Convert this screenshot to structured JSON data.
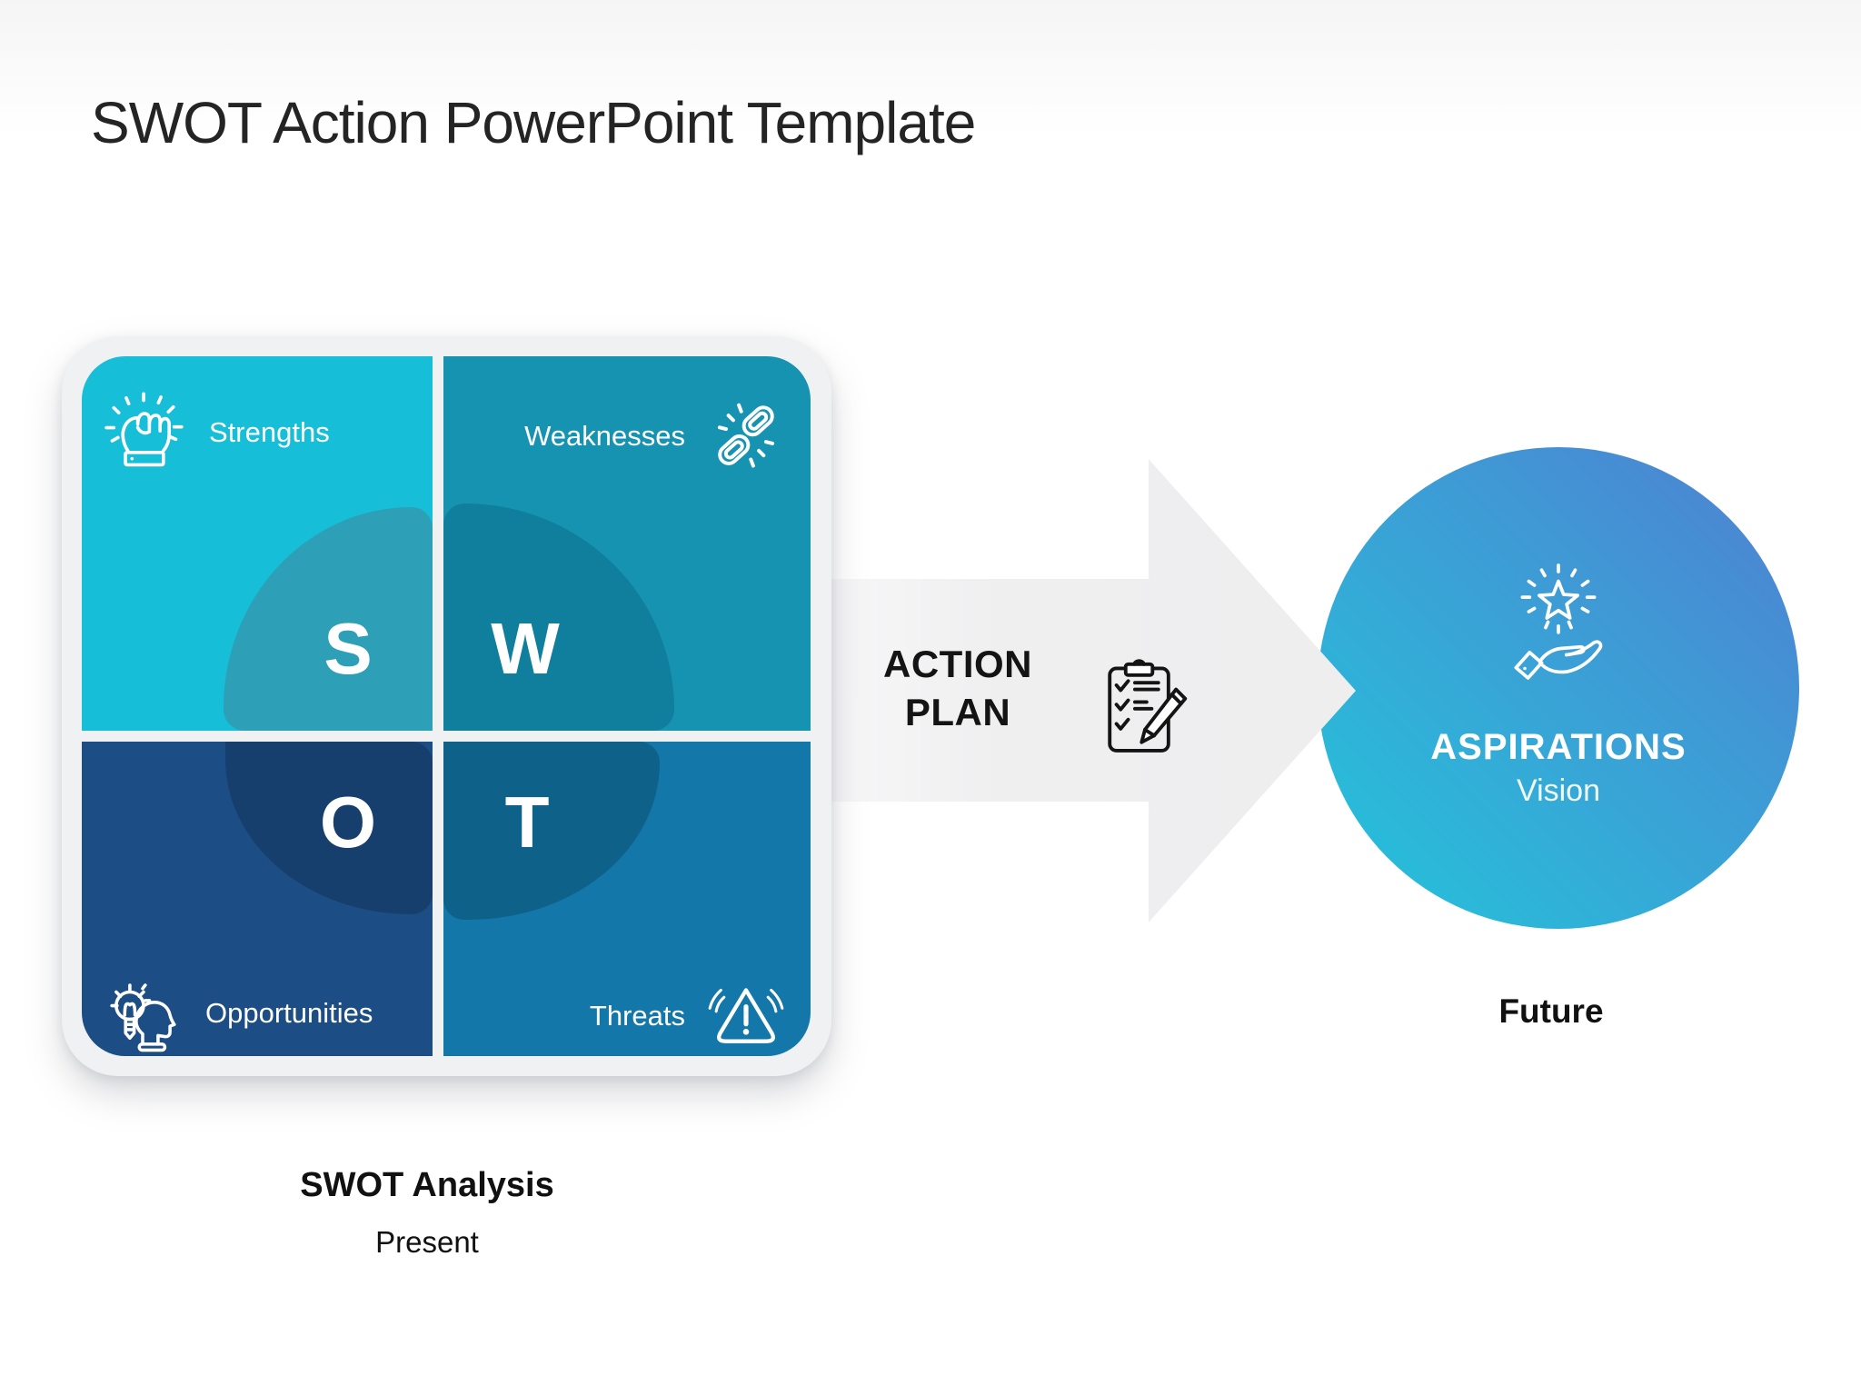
{
  "page": {
    "title": "SWOT Action PowerPoint Template"
  },
  "swot": {
    "caption": {
      "title": "SWOT Analysis",
      "subtitle": "Present"
    },
    "quadrants": [
      {
        "letter": "S",
        "label": "Strengths",
        "icon": "raised-fist-rays-icon",
        "bg": "#17bed8",
        "overlay": "#2d9fb7"
      },
      {
        "letter": "W",
        "label": "Weaknesses",
        "icon": "broken-chain-icon",
        "bg": "#1793b2",
        "overlay": "#107e9d"
      },
      {
        "letter": "O",
        "label": "Opportunities",
        "icon": "head-lightbulb-icon",
        "bg": "#1c4d85",
        "overlay": "#163f6e"
      },
      {
        "letter": "T",
        "label": "Threats",
        "icon": "warning-triangle-icon",
        "bg": "#1477a9",
        "overlay": "#0e6289"
      }
    ]
  },
  "arrow": {
    "line1": "ACTION",
    "line2": "PLAN",
    "icon": "clipboard-pencil-icon",
    "fill": "#efeff0"
  },
  "aspirations": {
    "title": "ASPIRATIONS",
    "subtitle": "Vision",
    "caption": "Future",
    "icon": "hand-presenting-star-icon",
    "gradient_start": "#25c2da",
    "gradient_end": "#4e82d2"
  }
}
